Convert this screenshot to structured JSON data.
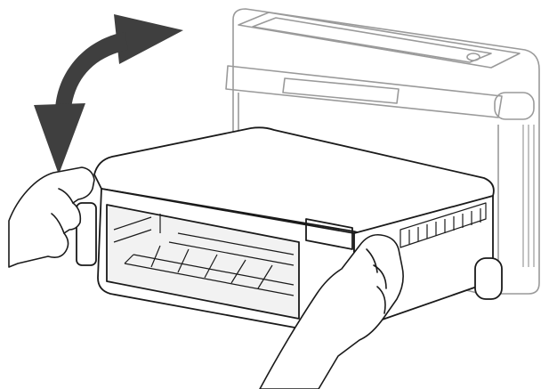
{
  "figure": {
    "kind": "instruction-illustration",
    "icons": [
      "curved-rotation-arrow-icon",
      "oven-upright-ghost",
      "oven-flat-position",
      "left-hand",
      "right-hand"
    ],
    "colors": {
      "background": "#ffffff",
      "ink": "#1a1a1a",
      "ghost_ink": "#9a9a9a",
      "arrow": "#3f3f3f",
      "glass": "#f2f2f2"
    }
  }
}
